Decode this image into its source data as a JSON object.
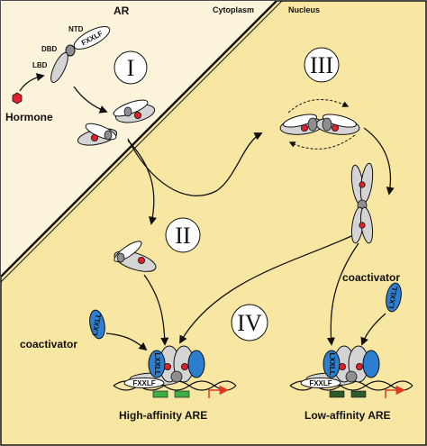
{
  "labels": {
    "ar": "AR",
    "cytoplasm": "Cytoplasm",
    "nucleus": "Nucleus",
    "ntd": "NTD",
    "dbd": "DBD",
    "lbd": "LBD",
    "hormone": "Hormone",
    "fxxlf": "FXXLF",
    "coactivator": "coactivator",
    "lxxll": "LXXLL",
    "high_affinity_are": "High-affinity ARE",
    "low_affinity_are": "Low-affinity ARE"
  },
  "steps": {
    "one": "I",
    "two": "II",
    "three": "III",
    "four": "IV"
  },
  "colors": {
    "background": "#F8E7A2",
    "cytoplasm": "#FBF3DA",
    "border": "#111111",
    "receptor": "#D4D4D4",
    "receptor_dark": "#8E8E8E",
    "hormone": "#E0202E",
    "coactivator": "#2C7FD0",
    "are_high": "#3FAE49",
    "are_low": "#2E5A2E",
    "transcription_arrow": "#E03A1E"
  }
}
